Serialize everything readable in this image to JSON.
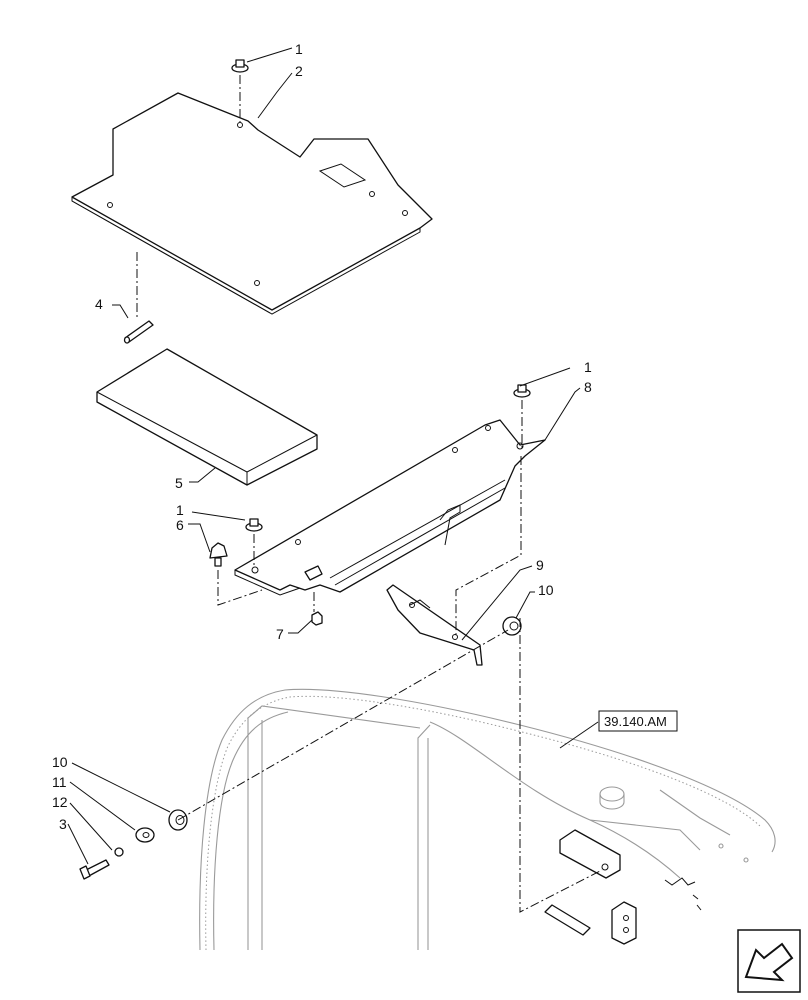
{
  "callouts": {
    "c1a": "1",
    "c2": "2",
    "c4": "4",
    "c1b": "1",
    "c8": "8",
    "c5": "5",
    "c1c": "1",
    "c6": "6",
    "c7": "7",
    "c9": "9",
    "c10a": "10",
    "c10b": "10",
    "c11": "11",
    "c12": "12",
    "c3": "3"
  },
  "reference": {
    "label": "39.140.AM"
  },
  "nav": {
    "icon": "arrow-icon"
  }
}
